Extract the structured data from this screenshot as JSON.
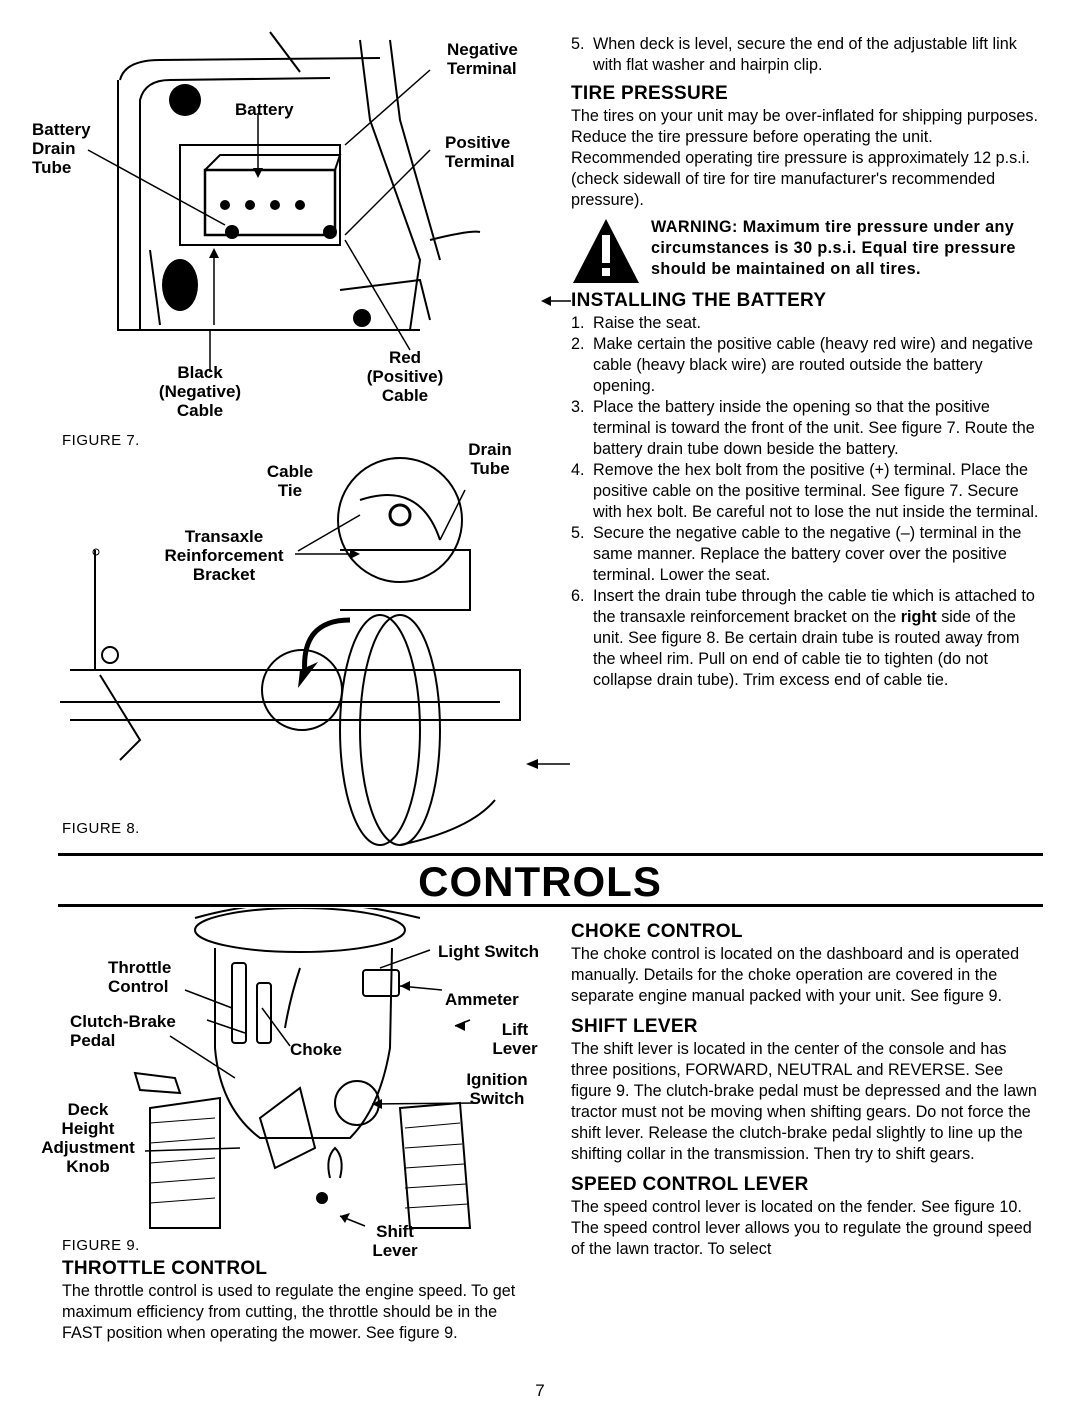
{
  "figure7": {
    "caption": "FIGURE 7.",
    "labels": {
      "negative_terminal": "Negative\nTerminal",
      "battery": "Battery",
      "battery_drain_tube": "Battery\nDrain\nTube",
      "positive_terminal": "Positive\nTerminal",
      "black_cable": "Black\n(Negative)\nCable",
      "red_cable": "Red\n(Positive)\nCable"
    }
  },
  "figure8": {
    "caption": "FIGURE 8.",
    "labels": {
      "drain_tube": "Drain\nTube",
      "cable_tie": "Cable\nTie",
      "transaxle_bracket": "Transaxle\nReinforcement\nBracket"
    }
  },
  "figure9": {
    "caption": "FIGURE 9.",
    "labels": {
      "throttle_control": "Throttle\nControl",
      "light_switch": "Light Switch",
      "clutch_brake_pedal": "Clutch-Brake\nPedal",
      "ammeter": "Ammeter",
      "choke": "Choke",
      "lift_lever": "Lift\nLever",
      "ignition_switch": "Ignition\nSwitch",
      "deck_height_knob": "Deck\nHeight\nAdjustment\nKnob",
      "shift_lever": "Shift\nLever"
    }
  },
  "right_top": {
    "step5": {
      "num": "5.",
      "text": "When deck is level, secure the end of the adjustable lift link with flat washer and hairpin clip."
    },
    "tire_pressure": {
      "heading": "TIRE PRESSURE",
      "body": "The tires on your unit may be over-inflated for shipping purposes. Reduce the tire pressure before operating the unit. Recommended operating tire pressure is approximately 12 p.s.i. (check sidewall of tire for tire manufacturer's recommended pressure).",
      "warning": "WARNING: Maximum tire pressure under any circumstances is 30 p.s.i. Equal tire pressure should be maintained on all tires."
    },
    "installing_battery": {
      "heading": "INSTALLING THE BATTERY",
      "steps": [
        {
          "num": "1.",
          "text": "Raise the seat."
        },
        {
          "num": "2.",
          "text": "Make certain the positive cable (heavy red wire) and negative cable (heavy black wire) are routed outside the battery opening."
        },
        {
          "num": "3.",
          "text": "Place the battery inside the opening so that the positive terminal is toward the front of the unit. See figure 7. Route the battery drain tube down beside the battery."
        },
        {
          "num": "4.",
          "text": "Remove the hex bolt from the positive (+) terminal. Place the positive cable on the positive terminal. See figure 7. Secure with hex bolt. Be careful not to lose the nut inside the terminal."
        },
        {
          "num": "5.",
          "text": "Secure the negative cable to the negative (–) terminal in the same manner. Replace the battery cover over the positive terminal. Lower the seat."
        },
        {
          "num": "6.",
          "text_before": "Insert the drain tube through the cable tie which is attached to the transaxle reinforcement bracket on the ",
          "text_bold": "right",
          "text_after": " side of the unit. See figure 8. Be certain drain tube is routed away from the wheel rim. Pull on end of cable tie to tighten (do not collapse drain tube). Trim excess end of cable tie."
        }
      ]
    }
  },
  "controls": {
    "title": "CONTROLS",
    "throttle": {
      "heading": "THROTTLE CONTROL",
      "body": "The throttle control is used to regulate the engine speed. To get maximum efficiency from cutting, the throttle should be in the FAST position when operating the mower. See figure 9."
    },
    "choke": {
      "heading": "CHOKE CONTROL",
      "body": "The choke control is located on the dashboard and is operated manually. Details for the choke operation are covered in the separate engine manual packed with your unit. See figure 9."
    },
    "shift": {
      "heading": "SHIFT LEVER",
      "body": "The shift lever is located in the center of the console and has three positions, FORWARD, NEUTRAL and REVERSE. See figure 9. The clutch-brake pedal must be depressed and the lawn tractor must not be moving when shifting gears. Do not force the shift lever. Release the clutch-brake pedal slightly to line up the shifting collar in the transmission. Then try to shift gears."
    },
    "speed": {
      "heading": "SPEED CONTROL LEVER",
      "body": "The speed control lever is located on the fender. See figure 10. The speed control lever allows you to regulate the ground speed of the lawn tractor. To select"
    }
  },
  "page_number": "7"
}
